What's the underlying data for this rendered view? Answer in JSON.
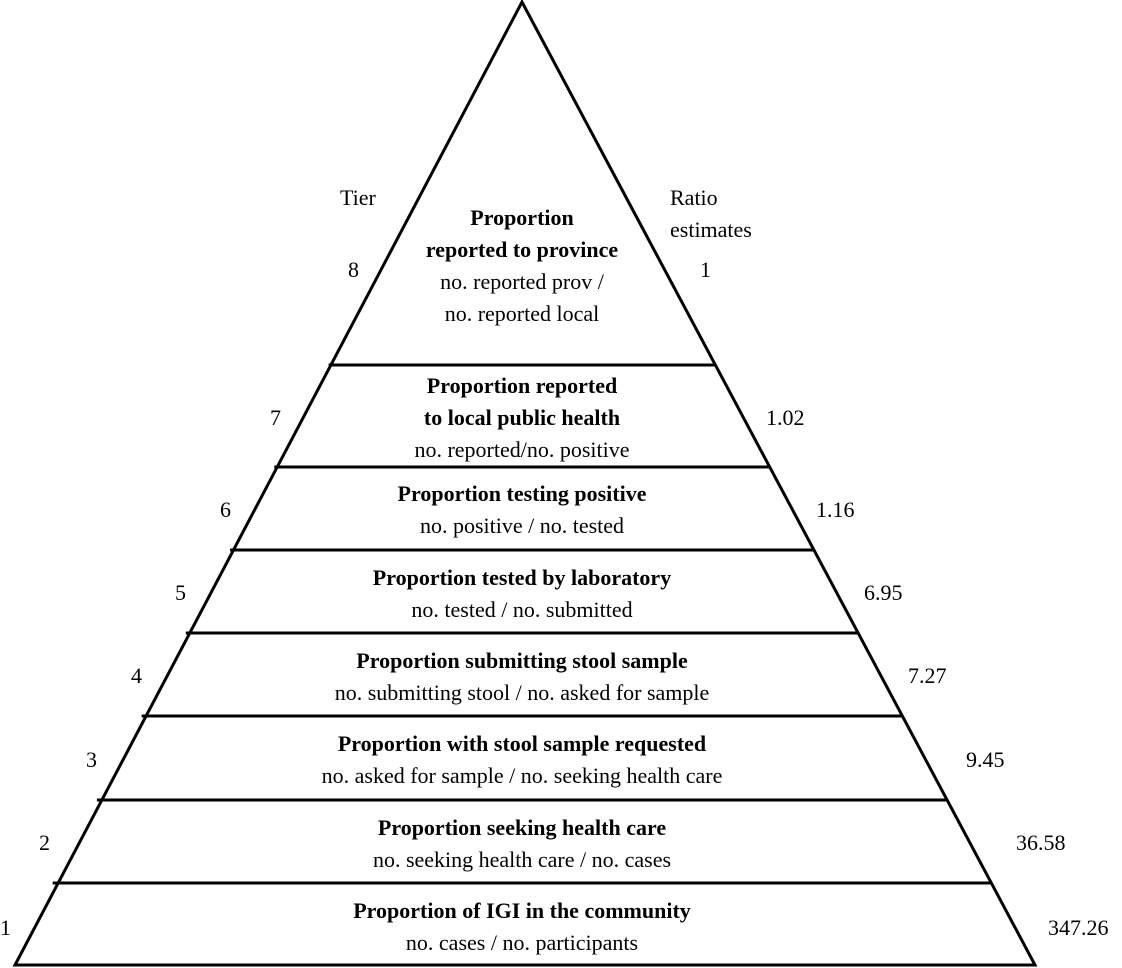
{
  "labels": {
    "tier": "Tier",
    "ratio_line1": "Ratio",
    "ratio_line2": "estimates"
  },
  "tiers": [
    {
      "tier": "8",
      "title": [
        "Proportion",
        "reported to province"
      ],
      "formula": [
        "no. reported prov /",
        "no. reported local"
      ],
      "ratio": "1"
    },
    {
      "tier": "7",
      "title": [
        "Proportion reported",
        "to local public health"
      ],
      "formula": [
        "no. reported/no. positive"
      ],
      "ratio": "1.02"
    },
    {
      "tier": "6",
      "title": [
        "Proportion testing positive"
      ],
      "formula": [
        "no. positive / no. tested"
      ],
      "ratio": "1.16"
    },
    {
      "tier": "5",
      "title": [
        "Proportion tested by laboratory"
      ],
      "formula": [
        "no. tested / no. submitted"
      ],
      "ratio": "6.95"
    },
    {
      "tier": "4",
      "title": [
        "Proportion submitting stool sample"
      ],
      "formula": [
        "no. submitting stool / no. asked for sample"
      ],
      "ratio": "7.27"
    },
    {
      "tier": "3",
      "title": [
        "Proportion with stool sample requested"
      ],
      "formula": [
        "no. asked for sample / no. seeking health care"
      ],
      "ratio": "9.45"
    },
    {
      "tier": "2",
      "title": [
        "Proportion seeking health care"
      ],
      "formula": [
        "no. seeking health care / no. cases"
      ],
      "ratio": "36.58"
    },
    {
      "tier": "1",
      "title": [
        "Proportion of IGI in the community"
      ],
      "formula": [
        "no. cases / no. participants"
      ],
      "ratio": "347.26"
    }
  ]
}
